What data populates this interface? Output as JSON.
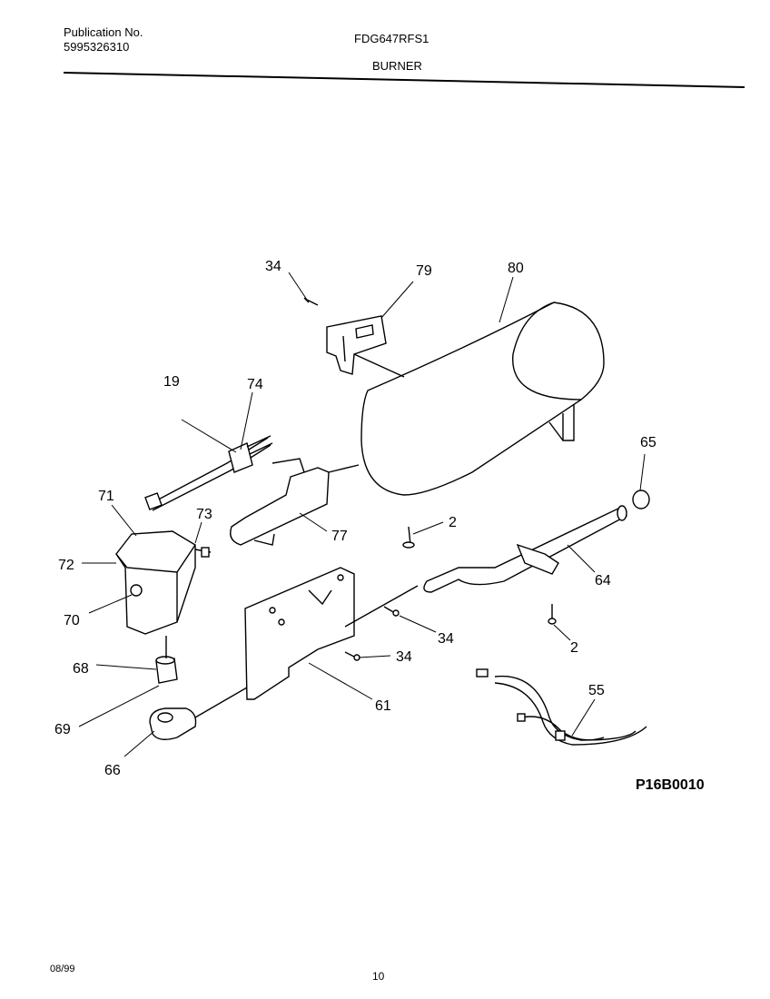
{
  "header": {
    "publication_label": "Publication No.",
    "publication_number": "5995326310",
    "model": "FDG647RFS1",
    "section": "BURNER"
  },
  "diagram": {
    "code": "P16B0010",
    "callouts": [
      "34",
      "79",
      "80",
      "19",
      "74",
      "65",
      "71",
      "73",
      "2",
      "77",
      "72",
      "64",
      "70",
      "34",
      "34",
      "2",
      "68",
      "61",
      "55",
      "69",
      "66"
    ]
  },
  "footer": {
    "date": "08/99",
    "page": "10"
  }
}
